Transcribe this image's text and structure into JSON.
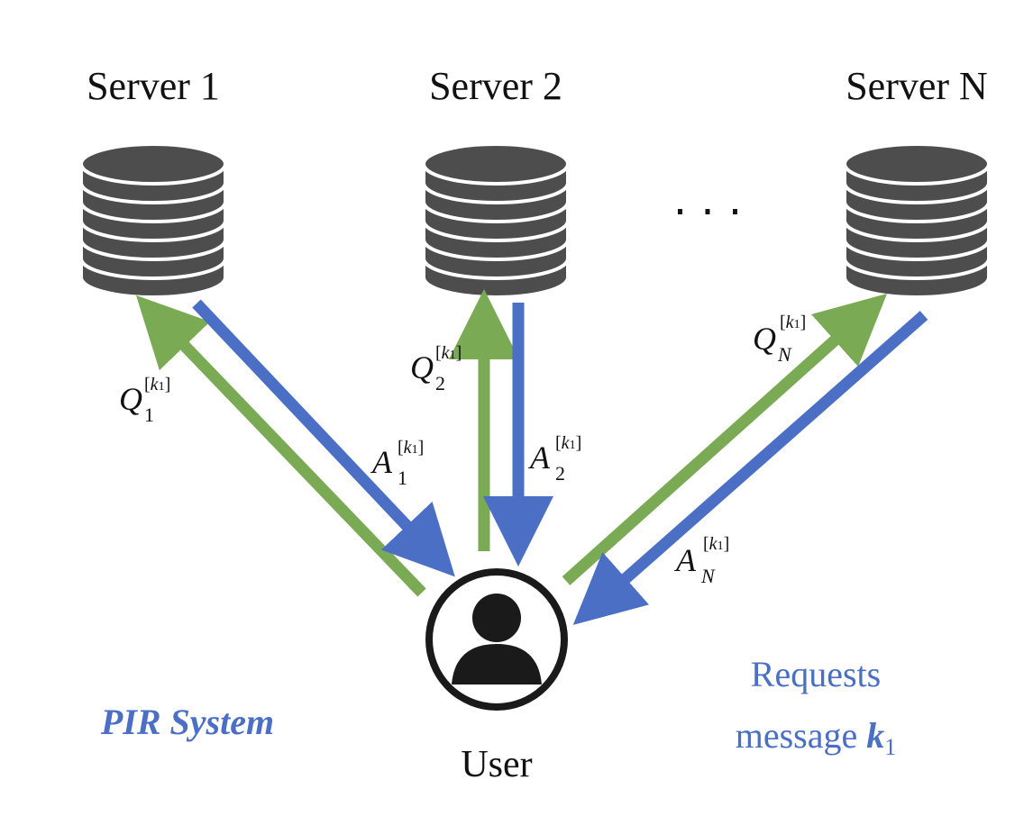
{
  "servers": [
    {
      "title": "Server 1"
    },
    {
      "title": "Server 2"
    },
    {
      "title": "Server N"
    }
  ],
  "ellipsis": "· · ·",
  "queries": [
    {
      "letter": "Q",
      "sub": "1",
      "sup": "k",
      "sup_sub": "1"
    },
    {
      "letter": "Q",
      "sub": "2",
      "sup": "k",
      "sup_sub": "1"
    },
    {
      "letter": "Q",
      "sub": "N",
      "sup": "k",
      "sup_sub": "1"
    }
  ],
  "answers": [
    {
      "letter": "A",
      "sub": "1",
      "sup": "k",
      "sup_sub": "1"
    },
    {
      "letter": "A",
      "sub": "2",
      "sup": "k",
      "sup_sub": "1"
    },
    {
      "letter": "A",
      "sub": "N",
      "sup": "k",
      "sup_sub": "1"
    }
  ],
  "user": {
    "label": "User",
    "icon": "user-icon"
  },
  "system_label": "PIR System",
  "request": {
    "line1": "Requests",
    "line2_text": "message ",
    "line2_var": "k",
    "line2_sub": "1"
  },
  "colors": {
    "query_arrow": "#7BAA55",
    "answer_arrow": "#4A6FC4",
    "server": "#4D4D4D",
    "accent_text": "#4A6FC4"
  }
}
